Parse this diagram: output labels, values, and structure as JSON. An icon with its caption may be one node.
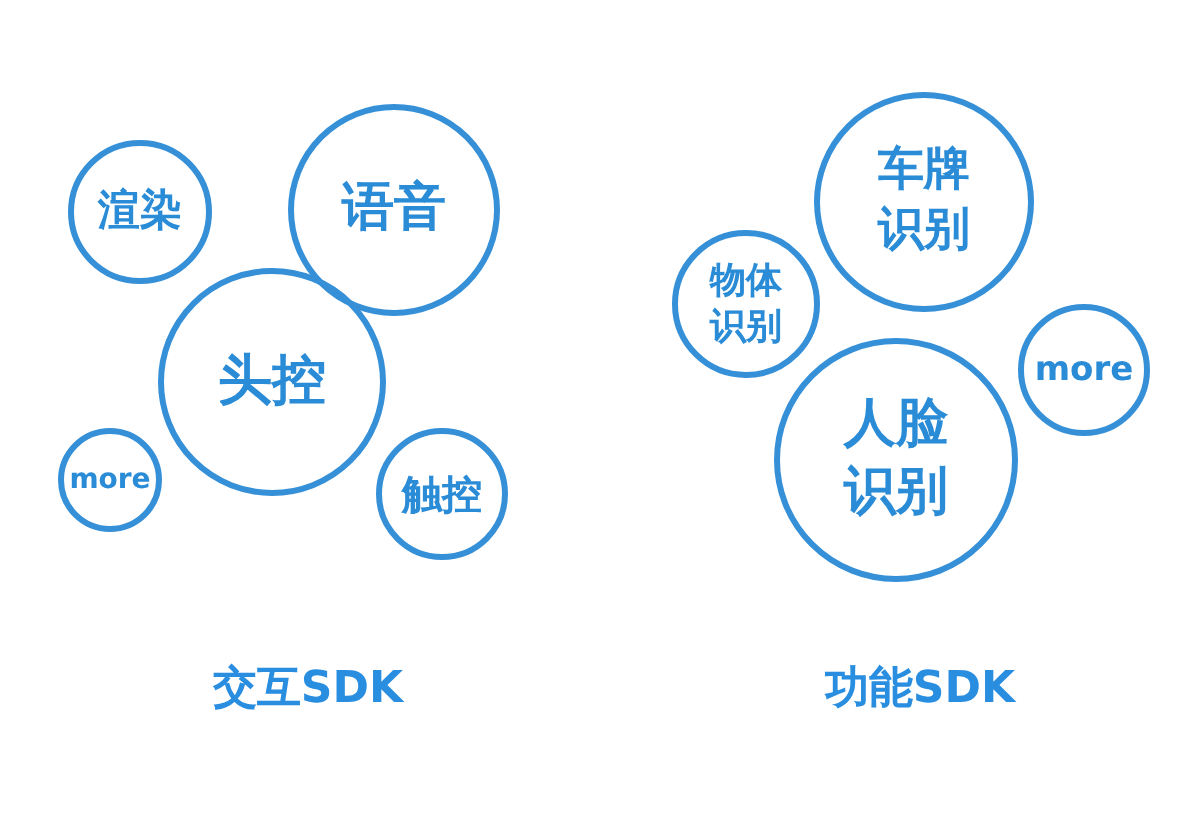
{
  "diagram": {
    "nodes": [
      {
        "text": [
          "渲染"
        ]
      },
      {
        "text": [
          "语音"
        ]
      },
      {
        "text": [
          "头控"
        ]
      },
      {
        "text": [
          "more"
        ]
      },
      {
        "text": [
          "触控"
        ]
      },
      {
        "text": [
          "车牌识别"
        ]
      },
      {
        "text": [
          "物体识别"
        ]
      },
      {
        "text": [
          "more"
        ]
      },
      {
        "text": [
          "人脸识别"
        ]
      }
    ],
    "labels": [
      "交互SDK",
      "功能SDK"
    ]
  }
}
